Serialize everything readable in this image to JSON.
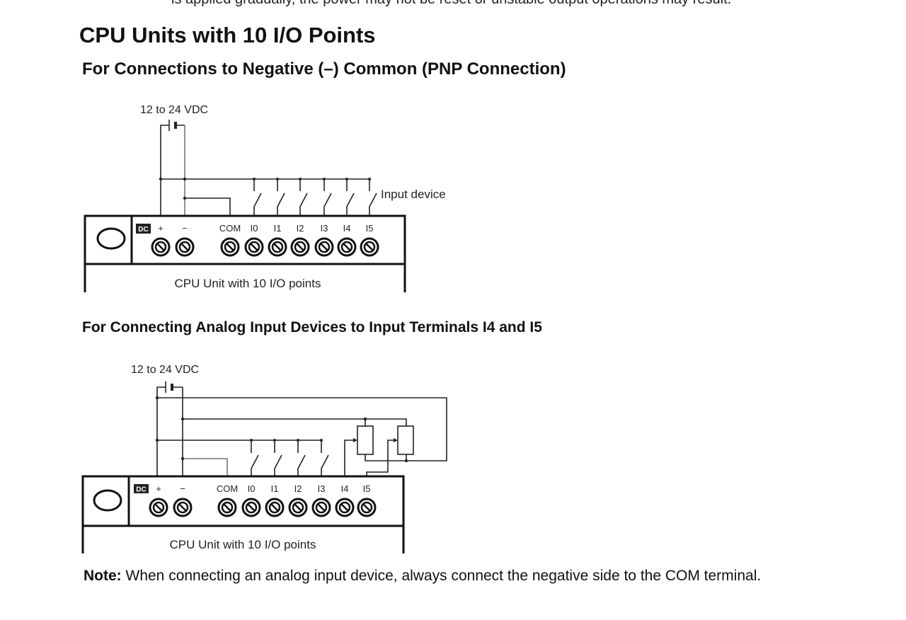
{
  "document": {
    "clipped_top_line": "is applied gradually, the power may not be reset or unstable output operations may result.",
    "title": "CPU Units with 10 I/O Points",
    "section1_heading": "For Connections to Negative (–) Common (PNP Connection)",
    "section2_heading": "For Connecting Analog Input Devices to Input Terminals I4 and I5",
    "note_label": "Note:",
    "note_text": " When connecting an analog input device, always connect the negative side to the COM terminal."
  },
  "diagram1": {
    "supply_label": "12 to 24 VDC",
    "input_device_label": "Input device",
    "dc_badge": "DC",
    "terminal_labels": [
      "+",
      "−",
      "COM",
      "I0",
      "I1",
      "I2",
      "I3",
      "I4",
      "I5"
    ],
    "unit_label": "CPU Unit with 10 I/O points"
  },
  "diagram2": {
    "supply_label": "12 to 24 VDC",
    "dc_badge": "DC",
    "terminal_labels": [
      "+",
      "−",
      "COM",
      "I0",
      "I1",
      "I2",
      "I3",
      "I4",
      "I5"
    ],
    "unit_label": "CPU Unit with 10 I/O points"
  }
}
